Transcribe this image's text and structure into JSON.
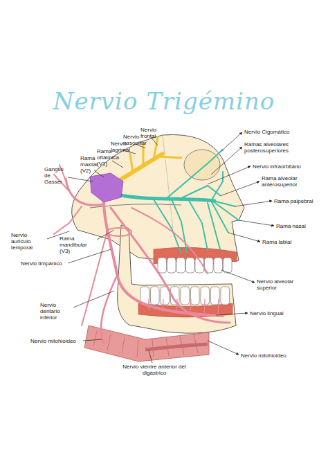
{
  "diagram": {
    "title": "Nervio Trigémino",
    "labels": [
      "Nervio frontal",
      "Nervio nasociliar",
      "Nervio lagrimal",
      "Rama oftálmica (V1)",
      "Rama maxilar (V2)",
      "Ganglio de Gasser",
      "Nervio aurículo temporal",
      "Rama mandibular (V3)",
      "Nervio timpánico",
      "Nervio dentario inferior",
      "Nervio milohioideo",
      "Nervio vientre anterior del digástrico",
      "Nervio Cigomático",
      "Ramas alveolares posterosuperiores",
      "Nervio infraorbitario",
      "Rama alveolar anterosuperior",
      "Rama palpebral",
      "Rama nasal",
      "Rama labial",
      "Nervio alveolar superior",
      "Nervio lingual",
      "Nervio milohioideo"
    ]
  }
}
